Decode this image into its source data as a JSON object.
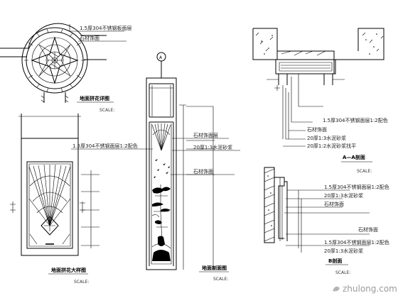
{
  "labels": {
    "section_aa": "A—A剖面",
    "watermark": "zhulong.com",
    "grid_a": "A"
  },
  "scales": [
    "SCALE:",
    "SCALE:",
    "SCALE:",
    "SCALE:",
    "SCALE:"
  ]
}
